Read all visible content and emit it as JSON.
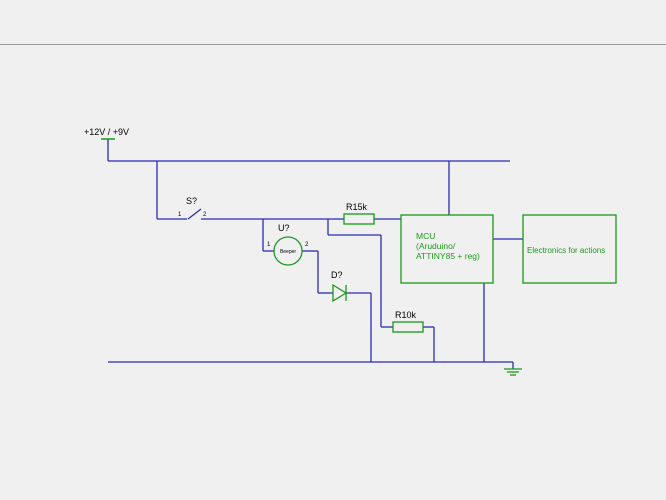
{
  "colors": {
    "background": "#f0f0f0",
    "wire": "#2b2bb4",
    "component": "#1a9a1a",
    "divider": "#9a9a9a",
    "text": "#000000"
  },
  "labels": {
    "power": "+12V / +9V",
    "switch_ref": "S?",
    "switch_pin1": "1",
    "switch_pin2": "2",
    "beeper_ref": "U?",
    "beeper_pin1": "1",
    "beeper_pin2": "2",
    "beeper_body": "Beeper",
    "diode_ref": "D?",
    "r15_ref": "R15k",
    "r10_ref": "R10k",
    "mcu_line1": "MCU",
    "mcu_line2": "(Aruduino/",
    "mcu_line3": "ATTINY85 + reg)",
    "actions": "Electronics for actions"
  },
  "components": [
    {
      "name": "power-symbol",
      "type": "power"
    },
    {
      "name": "switch-s",
      "type": "switch"
    },
    {
      "name": "beeper-u",
      "type": "beeper"
    },
    {
      "name": "diode-d",
      "type": "diode"
    },
    {
      "name": "resistor-r15k",
      "type": "resistor"
    },
    {
      "name": "resistor-r10k",
      "type": "resistor"
    },
    {
      "name": "mcu-block",
      "type": "block"
    },
    {
      "name": "actions-block",
      "type": "block"
    },
    {
      "name": "ground-symbol",
      "type": "ground"
    }
  ]
}
